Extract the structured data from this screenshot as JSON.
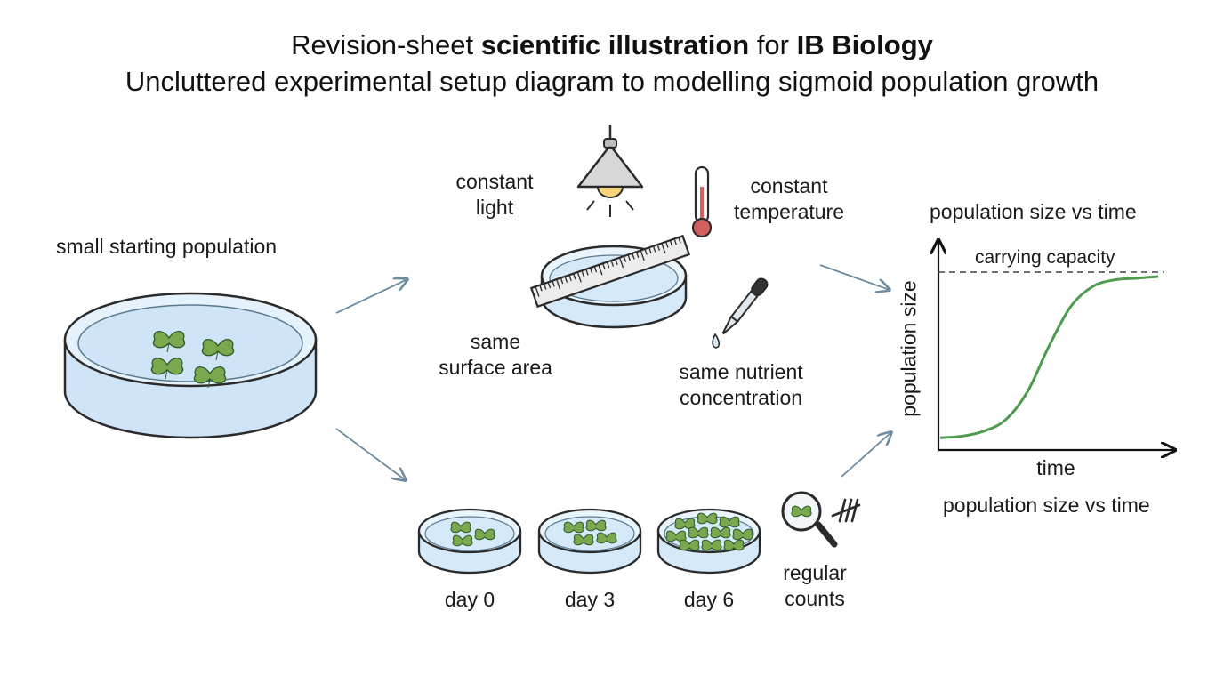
{
  "title": {
    "line1_pre": "Revision-sheet ",
    "line1_bold1": "scientific illustration",
    "line1_mid": " for ",
    "line1_bold2": "IB Biology",
    "line2": "Uncluttered experimental setup diagram to modelling sigmoid population growth"
  },
  "start": {
    "label": "small starting population"
  },
  "controls": {
    "light": [
      "constant",
      "light"
    ],
    "temperature": [
      "constant",
      "temperature"
    ],
    "surface": [
      "same",
      "surface area"
    ],
    "nutrient": [
      "same nutrient",
      "concentration"
    ]
  },
  "sampling": {
    "days": [
      "day 0",
      "day 3",
      "day 6"
    ],
    "counts": [
      "regular",
      "counts"
    ]
  },
  "graph": {
    "title_top": "population size vs time",
    "title_bottom": "population size vs time",
    "xlabel": "time",
    "ylabel": "population size",
    "asymptote_label": "carrying capacity"
  },
  "colors": {
    "dish_fill": "#d6e9f8",
    "dish_stroke": "#2b2b2b",
    "duckweed": "#7aa84f",
    "curve": "#4e9a4e",
    "arrow": "#6e8ca0",
    "thermo_bulb": "#d46060"
  },
  "chart_data": {
    "type": "line",
    "title": "population size vs time",
    "xlabel": "time",
    "ylabel": "population size",
    "x": [
      0,
      1,
      2,
      3,
      4,
      5,
      6,
      7,
      8,
      9,
      10
    ],
    "series": [
      {
        "values": [
          0.02,
          0.03,
          0.06,
          0.13,
          0.3,
          0.58,
          0.82,
          0.94,
          0.98,
          0.99,
          1.0
        ]
      }
    ],
    "annotations": [
      "carrying capacity"
    ],
    "ylim": [
      0,
      1.15
    ],
    "grid": false
  }
}
